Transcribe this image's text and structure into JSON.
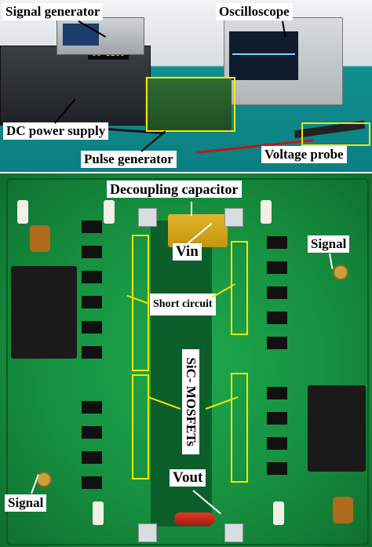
{
  "top_labels": {
    "signal_generator": "Signal generator",
    "oscilloscope": "Oscilloscope",
    "dc_power_supply": "DC power supply",
    "pulse_generator": "Pulse generator",
    "voltage_probe": "Voltage probe"
  },
  "psu_display": "00 3200",
  "bottom_labels": {
    "decoupling_capacitor": "Decoupling capacitor",
    "vin": "Vin",
    "signal_right": "Signal",
    "short_circuit": "Short circuit",
    "sic_mosfets": "SiC- MOSFETs",
    "vout": "Vout",
    "signal_left": "Signal"
  },
  "colors": {
    "highlight": "#f2e600",
    "pcb": "#16903f",
    "bench": "#0c7f82"
  }
}
